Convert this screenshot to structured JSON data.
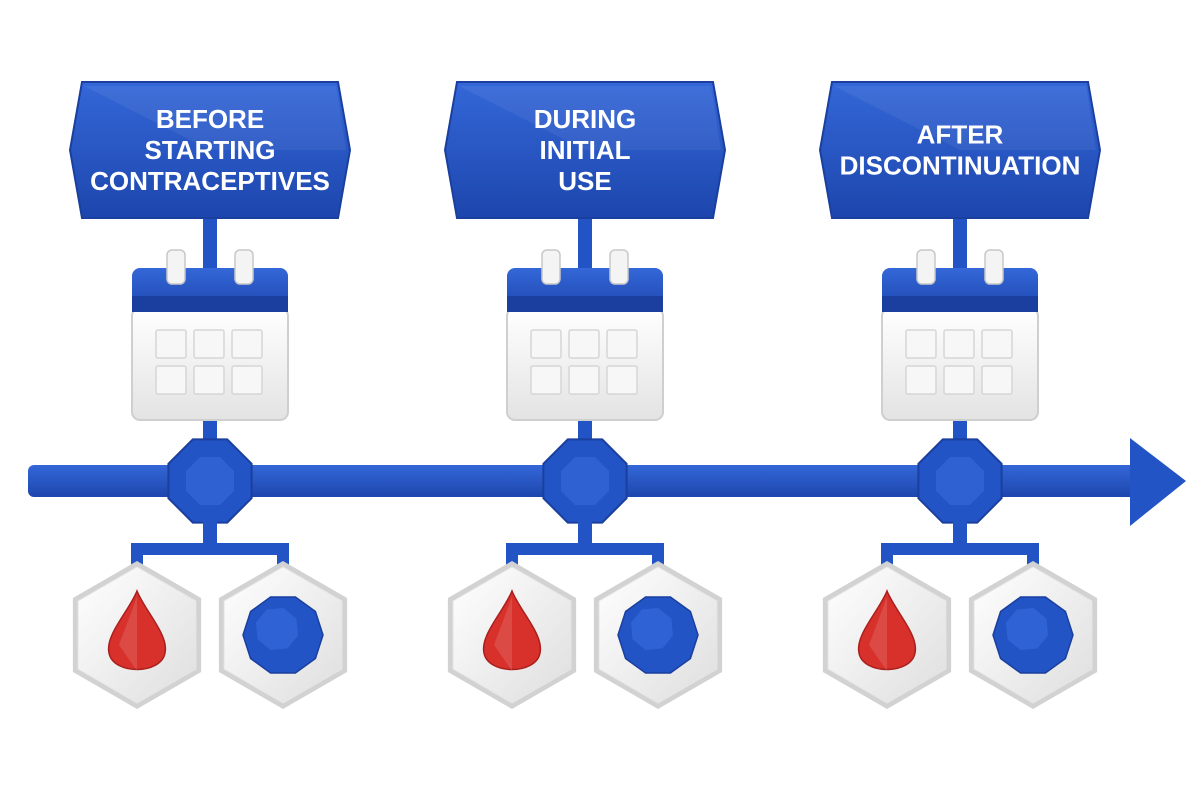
{
  "colors": {
    "primary": "#2354c6",
    "primary_dark": "#1a3f9e",
    "primary_light": "#3b6ee0",
    "red": "#d8312c",
    "red_dark": "#a81f1c",
    "white": "#ffffff",
    "panel": "#f3f3f3",
    "panel_edge": "#cfcfcf"
  },
  "stages": [
    {
      "label_lines": [
        "BEFORE",
        "STARTING",
        "CONTRACEPTIVES"
      ],
      "icons": [
        "blood-drop-icon",
        "blue-ball-icon"
      ]
    },
    {
      "label_lines": [
        "DURING",
        "INITIAL",
        "USE"
      ],
      "icons": [
        "blood-drop-icon",
        "blue-ball-icon"
      ]
    },
    {
      "label_lines": [
        "AFTER",
        "DISCONTINUATION"
      ],
      "icons": [
        "blood-drop-icon",
        "blue-ball-icon"
      ]
    }
  ],
  "timeline": {
    "direction": "left-to-right",
    "arrowhead": "right"
  }
}
